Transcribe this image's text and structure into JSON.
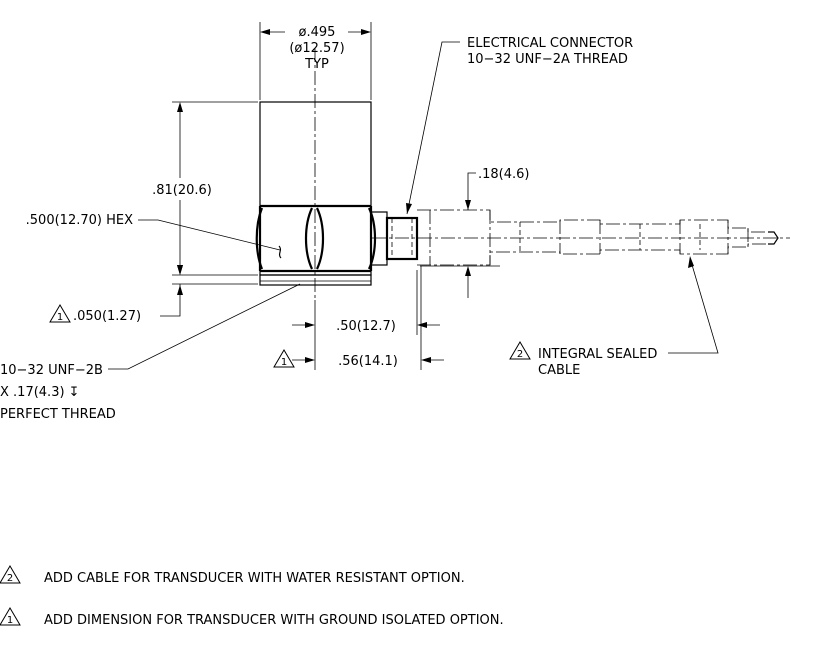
{
  "dimensions": {
    "diameter_in": "ø.495",
    "diameter_mm": "(ø12.57)",
    "diameter_typ": "TYP",
    "height": ".81(20.6)",
    "hex": ".500(12.70) HEX",
    "base_gap": ".050(1.27)",
    "base_gap_marker": "1",
    "cable_dia": ".18(4.6)",
    "connector_len": ".50(12.7)",
    "connector_len2": ".56(14.1)",
    "connector_len2_marker": "1"
  },
  "callouts": {
    "connector_line1": "ELECTRICAL CONNECTOR",
    "connector_line2": "10−32 UNF−2A THREAD",
    "mount_line1": "10−32 UNF−2B",
    "mount_line2": "X .17(4.3) ↧",
    "mount_line3": "PERFECT THREAD",
    "cable_marker": "2",
    "cable_line1": "INTEGRAL SEALED",
    "cable_line2": "CABLE"
  },
  "notes": [
    {
      "marker": "2",
      "text": "ADD CABLE FOR TRANSDUCER WITH WATER RESISTANT OPTION."
    },
    {
      "marker": "1",
      "text": "ADD DIMENSION FOR TRANSDUCER WITH GROUND ISOLATED OPTION."
    }
  ]
}
